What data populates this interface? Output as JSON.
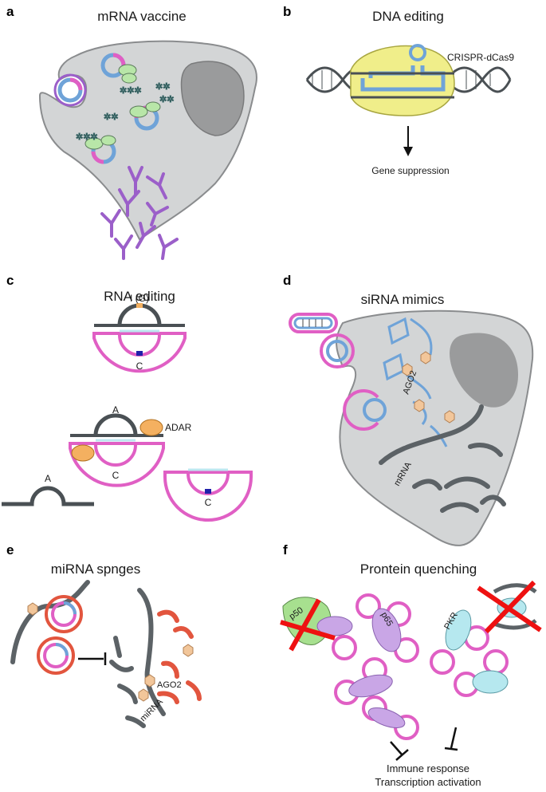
{
  "panels": {
    "a": {
      "letter": "a",
      "title": "mRNA vaccine"
    },
    "b": {
      "letter": "b",
      "title": "DNA editing",
      "label_cas": "CRISPR-dCas9",
      "result": "Gene suppression"
    },
    "c": {
      "letter": "c",
      "title": "RNA editing",
      "label_ig": "I (G)",
      "label_c1": "C",
      "label_a1": "A",
      "label_adar": "ADAR",
      "label_c2": "C",
      "label_a2": "A",
      "label_c3": "C"
    },
    "d": {
      "letter": "d",
      "title": "siRNA mimics",
      "label_ago2": "AGO2",
      "label_mrna": "mRNA"
    },
    "e": {
      "letter": "e",
      "title": "miRNA spnges",
      "label_ago2": "AGO2",
      "label_mirna": "miRNA"
    },
    "f": {
      "letter": "f",
      "title": "Prontein quenching",
      "label_p50": "p50",
      "label_p65": "p65",
      "label_pkr": "PKR",
      "outcome_1": "Immune response",
      "outcome_2": "Transcription activation"
    }
  },
  "colors": {
    "cell_fill": "#d3d5d6",
    "cell_stroke": "#8a8c8e",
    "nucleus": "#9a9b9c",
    "rna_blue": "#6fa3d8",
    "rna_pink": "#e05fc4",
    "ribosome_green": "#b8e6a8",
    "antibody_purple": "#9b5fc9",
    "crispr_yellow": "#f0ee8a",
    "adar_orange": "#f4b060",
    "mirna_red": "#e2553e",
    "ago2_tan": "#f2c69a",
    "p65_lilac": "#c9a6e6",
    "pkr_cyan": "#b6e8ef",
    "p50_green": "#a7e08f",
    "cross_red": "#ee1111",
    "strand_dark": "#4a5054"
  }
}
